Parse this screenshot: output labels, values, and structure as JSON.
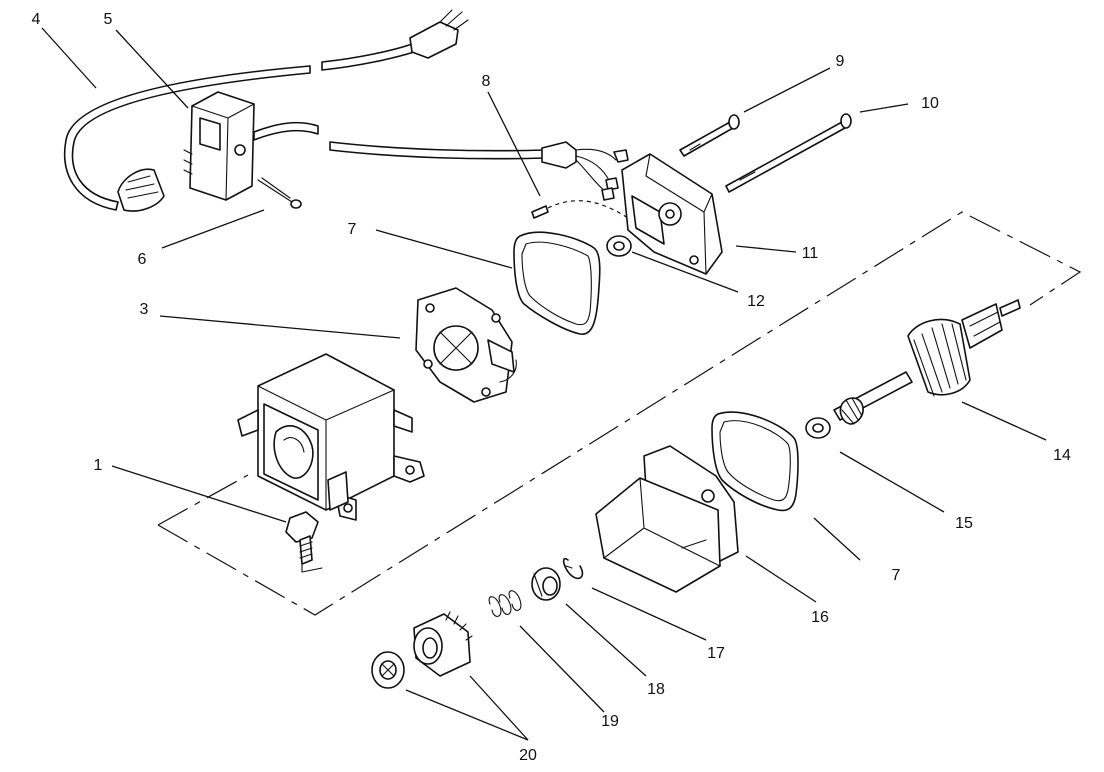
{
  "diagram": {
    "callouts": [
      {
        "id": "c4",
        "label": "4"
      },
      {
        "id": "c5",
        "label": "5"
      },
      {
        "id": "c6",
        "label": "6"
      },
      {
        "id": "c7a",
        "label": "7"
      },
      {
        "id": "c8",
        "label": "8"
      },
      {
        "id": "c9",
        "label": "9"
      },
      {
        "id": "c10",
        "label": "10"
      },
      {
        "id": "c11",
        "label": "11"
      },
      {
        "id": "c12",
        "label": "12"
      },
      {
        "id": "c3",
        "label": "3"
      },
      {
        "id": "c14",
        "label": "14"
      },
      {
        "id": "c1",
        "label": "1"
      },
      {
        "id": "c15",
        "label": "15"
      },
      {
        "id": "c16",
        "label": "16"
      },
      {
        "id": "c7b",
        "label": "7"
      },
      {
        "id": "c17",
        "label": "17"
      },
      {
        "id": "c18",
        "label": "18"
      },
      {
        "id": "c19",
        "label": "19"
      },
      {
        "id": "c20",
        "label": "20"
      }
    ]
  }
}
